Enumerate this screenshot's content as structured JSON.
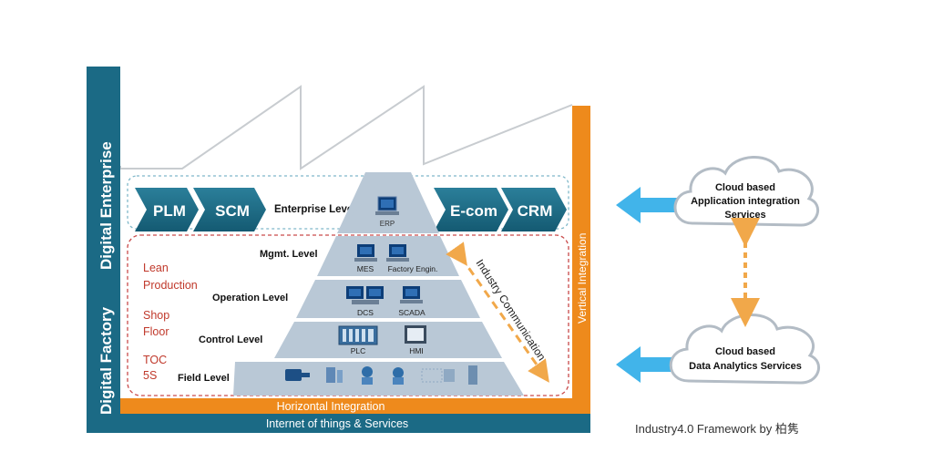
{
  "left_bar": {
    "digital_enterprise": "Digital Enterprise",
    "digital_factory": "Digital Factory"
  },
  "right_bar": {
    "label": "Vertical Integration"
  },
  "bottom_bars": {
    "horizontal": "Horizontal Integration",
    "iot": "Internet of things &  Services"
  },
  "enterprise_band": {
    "left_chevrons": [
      "PLM",
      "SCM"
    ],
    "level_label": "Enterprise Level",
    "right_chevrons": [
      "E-com",
      "CRM"
    ]
  },
  "factory_labels": [
    "Lean",
    "Production",
    "Shop",
    "Floor",
    "TOC",
    "5S"
  ],
  "pyramid": {
    "erp_label": "ERP",
    "levels": [
      {
        "label": "Mgmt. Level",
        "devices": [
          "MES",
          "Factory Engin."
        ]
      },
      {
        "label": "Operation Level",
        "devices": [
          "DCS",
          "SCADA"
        ]
      },
      {
        "label": "Control Level",
        "devices": [
          "PLC",
          "HMI"
        ]
      },
      {
        "label": "Field Level",
        "devices": []
      }
    ]
  },
  "industry_comm": "Industry Communication",
  "clouds": {
    "top": [
      "Cloud based",
      "Application integration",
      "Services"
    ],
    "bottom": [
      "Cloud based",
      "Data Analytics Services"
    ]
  },
  "caption": "Industry4.0 Framework by 柏隽",
  "colors": {
    "teal": "#1b6a85",
    "orange": "#ee8a1c",
    "pyramid": "#b9c8d6",
    "arrow_blue": "#41b4ea",
    "red_label": "#c0392b"
  }
}
